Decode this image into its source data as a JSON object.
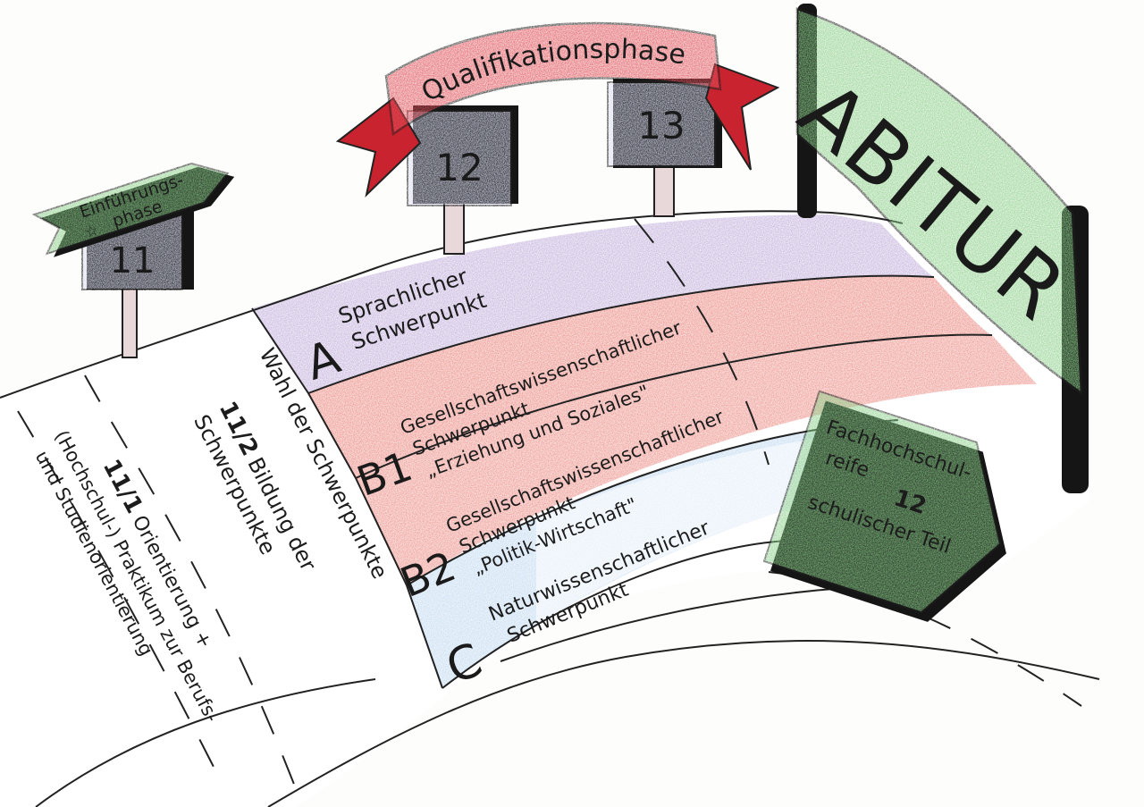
{
  "colors": {
    "purple": "#b9a3d6",
    "red": "#e8776e",
    "blue": "#bcd6ef",
    "green": "#8cd08a",
    "banner_red": "#e0505a",
    "sign_blue": "#d9dcf0",
    "ink": "#1c1c1c"
  },
  "signs": {
    "einfuehrung": {
      "line1": "Einführungs-",
      "line2": "phase",
      "star": "☆"
    },
    "year11": "11",
    "year12": "12",
    "year13": "13",
    "qualifikation": "Qualifikationsphase",
    "abitur": "ABITUR",
    "fachhochschul": {
      "line1": "Fachhochschul-",
      "line2": "reife",
      "number": "12",
      "line3": "schulischer Teil"
    }
  },
  "road": {
    "phase_11_1": {
      "number": "11/1",
      "line1": "Orientierung +",
      "line2": "(Hochschul-) Praktikum zur Berufs-",
      "line3": "und Studienorientierung"
    },
    "phase_11_2": {
      "number": "11/2",
      "line1": "Bildung der",
      "line2": "Schwerpunkte"
    },
    "wahl": "Wahl der Schwerpunkte"
  },
  "lanes": [
    {
      "letter": "A",
      "line1": "Sprachlicher",
      "line2": "Schwerpunkt",
      "line3": ""
    },
    {
      "letter": "B1",
      "line1": "Gesellschaftswissenschaftlicher",
      "line2": "Schwerpunkt",
      "line3": "„Erziehung und Soziales\""
    },
    {
      "letter": "B2",
      "line1": "Gesellschaftswissenschaftlicher",
      "line2": "Schwerpunkt",
      "line3": "„Politik-Wirtschaft\""
    },
    {
      "letter": "C",
      "line1": "Naturwissenschaftlicher",
      "line2": "Schwerpunkt",
      "line3": ""
    }
  ]
}
